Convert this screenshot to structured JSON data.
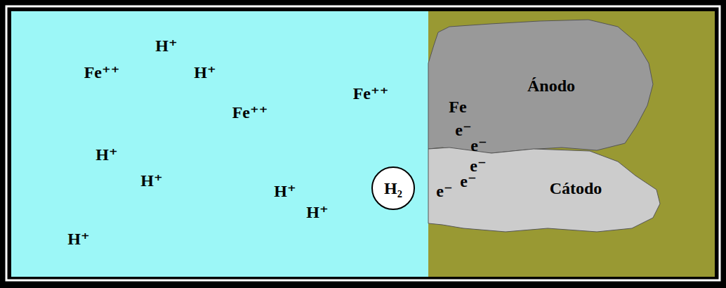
{
  "diagram": {
    "nodes": [
      {
        "text": [
          "Ánodo"
        ]
      },
      {
        "text": [
          "H₂"
        ]
      },
      {
        "text": [
          "Cátodo"
        ]
      }
    ],
    "labels": [
      "H⁺",
      "Fe⁺⁺",
      "H⁺",
      "Fe⁺⁺",
      "Fe",
      "Fe⁺⁺",
      "e⁻",
      "e⁻",
      "H⁺",
      "e⁻",
      "H⁺",
      "e⁻",
      "H⁺",
      "e⁻",
      "H⁺",
      "H⁺"
    ]
  }
}
